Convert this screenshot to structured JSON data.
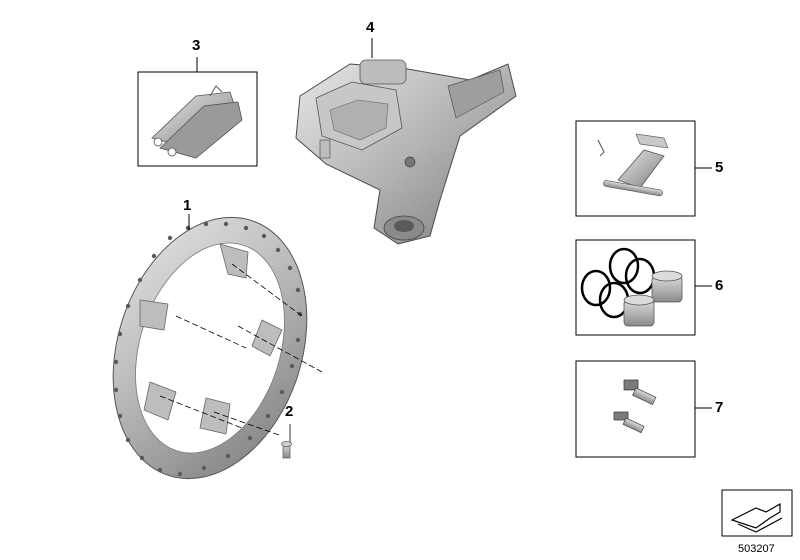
{
  "callouts": {
    "c1": "1",
    "c2": "2",
    "c3": "3",
    "c4": "4",
    "c5": "5",
    "c6": "6",
    "c7": "7"
  },
  "parts": {
    "c1": "brake-disc",
    "c2": "disc-bolt",
    "c3": "brake-pads",
    "c4": "brake-caliper",
    "c5": "caliper-pin-and-spring-kit",
    "c6": "piston-and-seal-kit",
    "c7": "bleeder-screw-kit"
  },
  "diagram_id": "503207",
  "colors": {
    "line": "#000000",
    "metal_light": "#d2d2d2",
    "metal_mid": "#a9a9a9",
    "metal_dark": "#6e6e6e"
  }
}
